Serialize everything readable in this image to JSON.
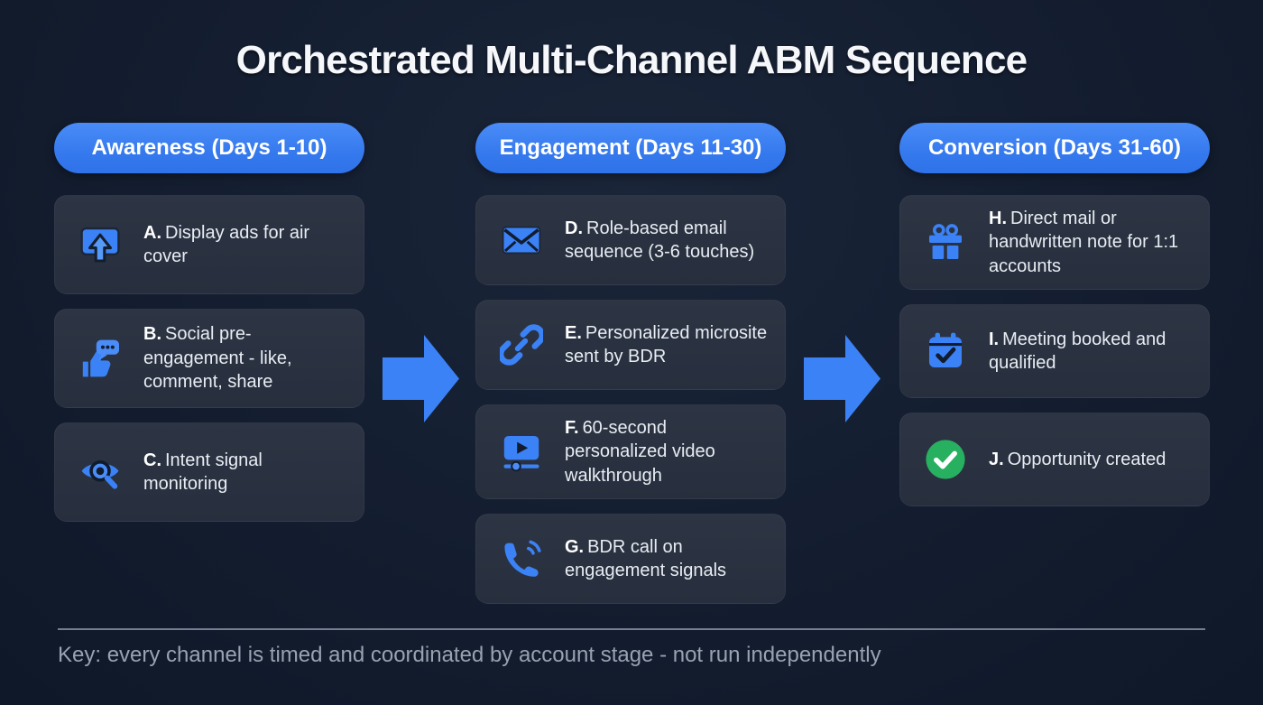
{
  "title": "Orchestrated Multi-Channel ABM Sequence",
  "colors": {
    "background": "#131d2f",
    "card": "#2a3241",
    "accent_blue": "#3b82f6",
    "success_green": "#27b05f",
    "text_primary": "#f5f7fa",
    "text_muted": "#99a2b1"
  },
  "columns": [
    {
      "label": "Awareness (Days 1-10)",
      "cards": [
        {
          "letter": "A.",
          "text": "Display ads for air cover",
          "icon": "display-ads-icon"
        },
        {
          "letter": "B.",
          "text": "Social pre-engagement - like, comment, share",
          "icon": "social-engagement-icon"
        },
        {
          "letter": "C.",
          "text": "Intent signal monitoring",
          "icon": "intent-monitoring-icon"
        }
      ]
    },
    {
      "label": "Engagement (Days 11-30)",
      "cards": [
        {
          "letter": "D.",
          "text": "Role-based email sequence (3-6 touches)",
          "icon": "email-icon"
        },
        {
          "letter": "E.",
          "text": "Personalized microsite sent by BDR",
          "icon": "link-icon"
        },
        {
          "letter": "F.",
          "text": "60-second personalized video walkthrough",
          "icon": "video-icon"
        },
        {
          "letter": "G.",
          "text": "BDR call on engagement signals",
          "icon": "phone-icon"
        }
      ]
    },
    {
      "label": "Conversion (Days 31-60)",
      "cards": [
        {
          "letter": "H.",
          "text": "Direct mail or handwritten note for 1:1 accounts",
          "icon": "gift-icon"
        },
        {
          "letter": "I.",
          "text": "Meeting booked and qualified",
          "icon": "calendar-check-icon"
        },
        {
          "letter": "J.",
          "text": "Opportunity created",
          "icon": "check-circle-icon"
        }
      ]
    }
  ],
  "footer": {
    "key_note": "Key: every channel is timed and coordinated by account stage - not run independently"
  }
}
